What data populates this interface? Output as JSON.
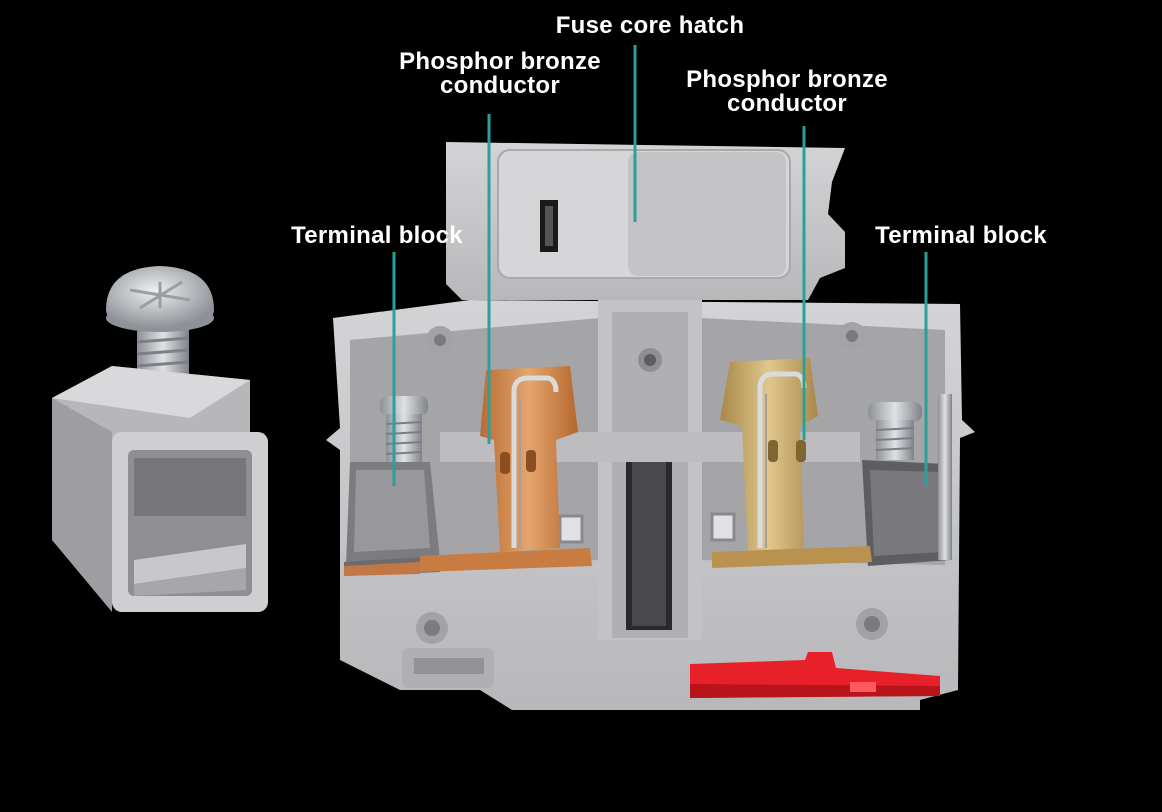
{
  "labels": {
    "fuse_core_hatch": "Fuse core hatch",
    "phosphor_left_line1": "Phosphor bronze",
    "phosphor_left_line2": "conductor",
    "phosphor_right_line1": "Phosphor bronze",
    "phosphor_right_line2": "conductor",
    "terminal_left": "Terminal block",
    "terminal_right": "Terminal block"
  },
  "colors": {
    "background": "#000000",
    "housing": "#c9c9cb",
    "housing_shadow": "#a9a9ac",
    "housing_dark": "#8e8e92",
    "copper": "#d08a4e",
    "brass": "#c9a867",
    "steel": "#b9bcc0",
    "red_clip": "#e8202a",
    "leader_line": "#2aa198",
    "text": "#ffffff"
  }
}
